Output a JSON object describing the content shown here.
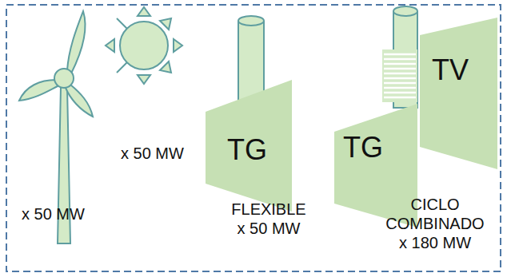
{
  "diagram": {
    "nodes": [
      {
        "text": [
          "TG"
        ]
      },
      {
        "text": [
          "TV"
        ]
      },
      {
        "text": [
          "TG"
        ]
      }
    ],
    "labels": [
      "x 50 MW",
      "x 50 MW",
      "FLEXIBLE x 50 MW",
      "CICLO COMBINADO x 180 MW"
    ]
  }
}
